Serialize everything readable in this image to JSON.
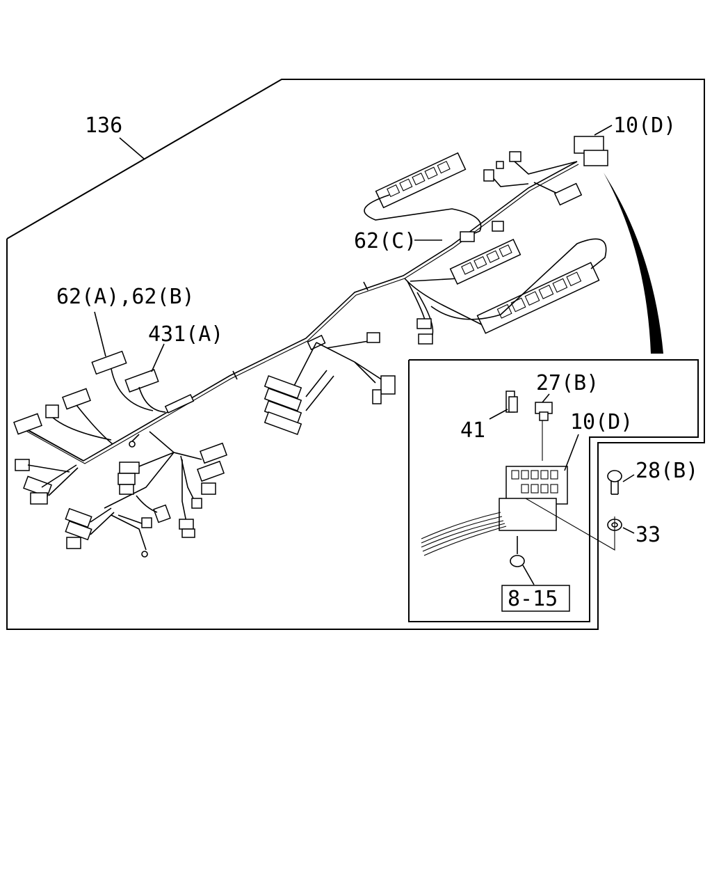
{
  "labels": {
    "harness": "136",
    "connector_d_top": "10(D)",
    "clip_c": "62(C)",
    "clip_ab": "62(A),62(B)",
    "part_431a": "431(A)",
    "part_27b": "27(B)",
    "part_41": "41",
    "connector_d_inset": "10(D)",
    "bolt_28b": "28(B)",
    "washer_33": "33",
    "ref_8_15": "8-15"
  }
}
